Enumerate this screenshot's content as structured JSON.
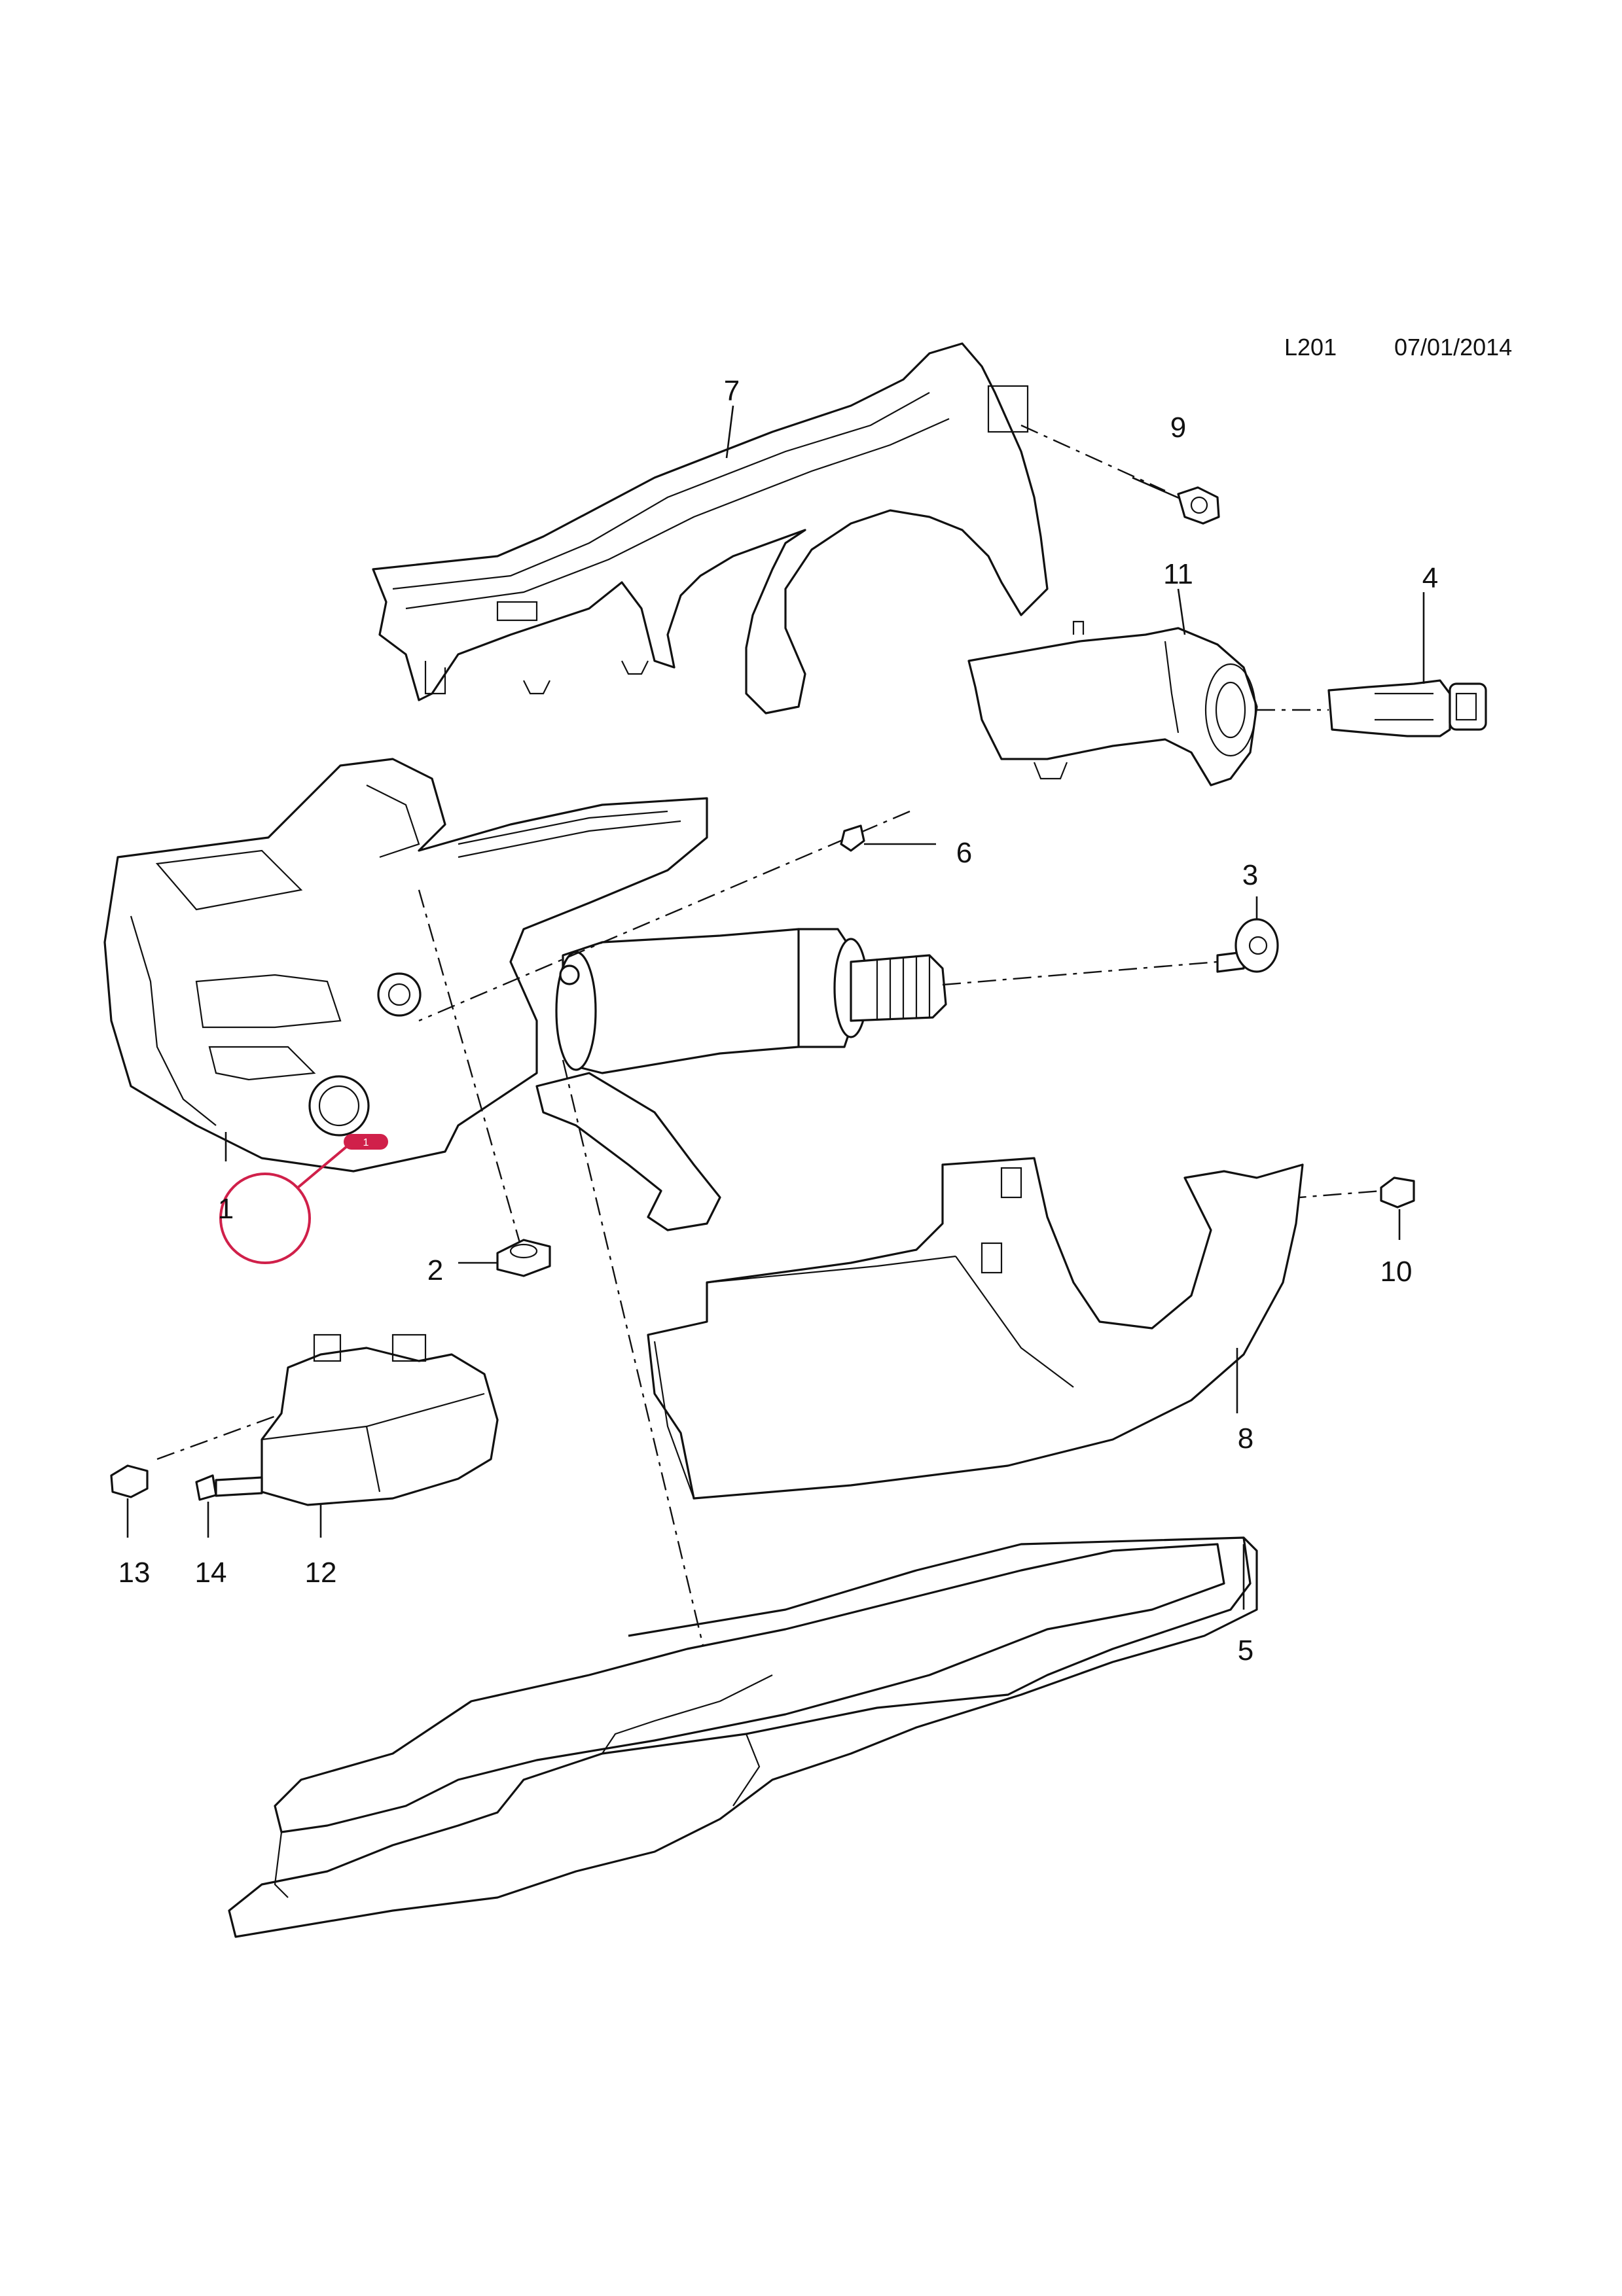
{
  "header": {
    "code": "L201",
    "date": "07/01/2014"
  },
  "callouts": [
    {
      "id": "7",
      "text": "7"
    },
    {
      "id": "9",
      "text": "9"
    },
    {
      "id": "11",
      "text": "11"
    },
    {
      "id": "4",
      "text": "4"
    },
    {
      "id": "6",
      "text": "6"
    },
    {
      "id": "3",
      "text": "3"
    },
    {
      "id": "2",
      "text": "2"
    },
    {
      "id": "10",
      "text": "10"
    },
    {
      "id": "8",
      "text": "8"
    },
    {
      "id": "13",
      "text": "13"
    },
    {
      "id": "14",
      "text": "14"
    },
    {
      "id": "12",
      "text": "12"
    },
    {
      "id": "5",
      "text": "5"
    },
    {
      "id": "1",
      "text": "1"
    }
  ],
  "highlight": {
    "badge_text": "1",
    "color": "#d0204a"
  }
}
